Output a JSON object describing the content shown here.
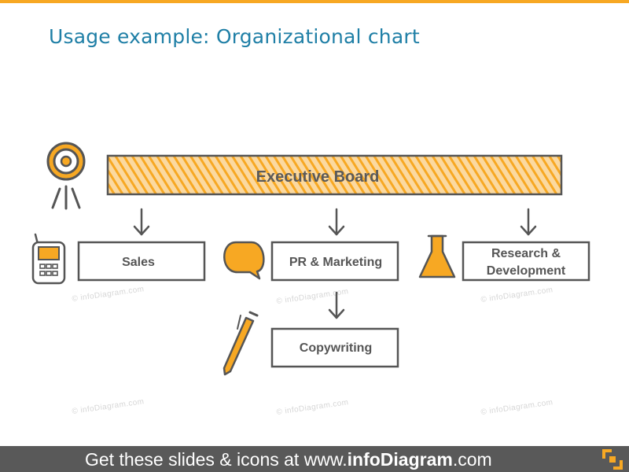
{
  "slide": {
    "title": "Usage example: Organizational chart"
  },
  "org_chart": {
    "root": {
      "label": "Executive Board"
    },
    "departments": [
      {
        "label": "Sales",
        "icon": "mobile-phone-icon"
      },
      {
        "label": "PR & Marketing",
        "icon": "speech-bubble-icon"
      },
      {
        "label_line1": "Research &",
        "label_line2": "Development",
        "icon": "flask-icon"
      }
    ],
    "sub_units": [
      {
        "label": "Copywriting",
        "parent": "PR & Marketing",
        "icon": "pen-icon"
      }
    ],
    "root_icon": "target-icon"
  },
  "watermark": "© infoDiagram.com",
  "footer": {
    "prefix": "Get these slides & icons at www.",
    "brand": "infoDiagram",
    "suffix": ".com"
  },
  "colors": {
    "accent": "#f7a823",
    "title": "#1f7fa6",
    "ink": "#555555",
    "footer_bg": "#595959"
  }
}
